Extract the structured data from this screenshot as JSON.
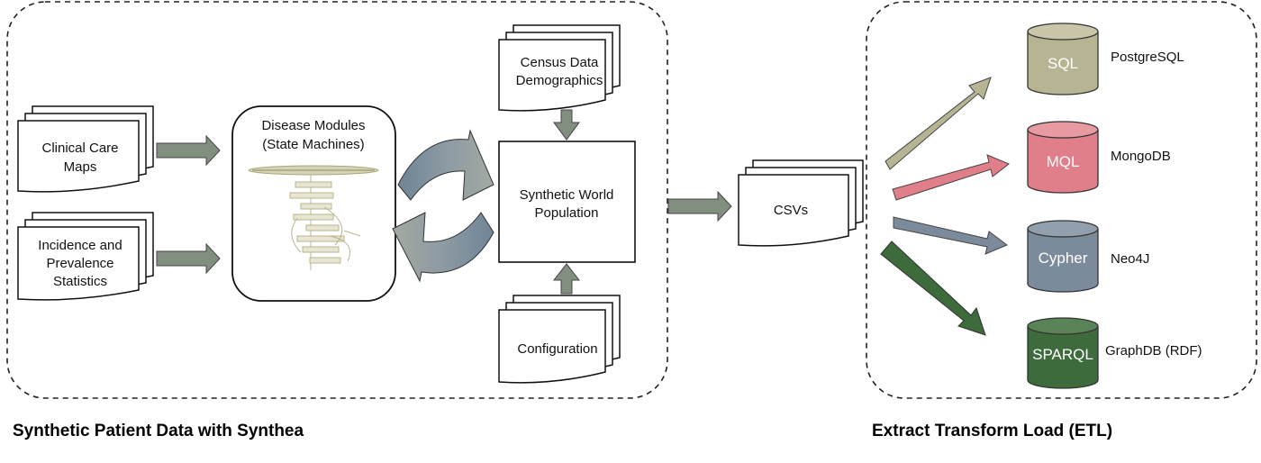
{
  "synthea": {
    "inputs": {
      "clinical_care_maps": [
        "Clinical Care",
        "Maps"
      ],
      "incidence_prevalence": [
        "Incidence and",
        "Prevalence",
        "Statistics"
      ]
    },
    "disease_modules": [
      "Disease Modules",
      "(State Machines)"
    ],
    "census": [
      "Census Data",
      "Demographics"
    ],
    "synthetic_world": [
      "Synthetic World",
      "Population"
    ],
    "configuration": "Configuration",
    "section_title": "Synthetic Patient Data with Synthea"
  },
  "csvs": "CSVs",
  "etl": {
    "section_title": "Extract Transform Load (ETL)",
    "targets": [
      {
        "query": "SQL",
        "db": "PostgreSQL",
        "color": "#b7b494"
      },
      {
        "query": "MQL",
        "db": "MongoDB",
        "color": "#e07f8a"
      },
      {
        "query": "Cypher",
        "db": "Neo4J",
        "color": "#7c8b9c"
      },
      {
        "query": "SPARQL",
        "db": "GraphDB (RDF)",
        "color": "#3d6b3c"
      }
    ]
  },
  "colors": {
    "arrow_gray": "#818f7f",
    "cycle_blue": "#6f8495",
    "cycle_gray": "#9aa29a"
  }
}
